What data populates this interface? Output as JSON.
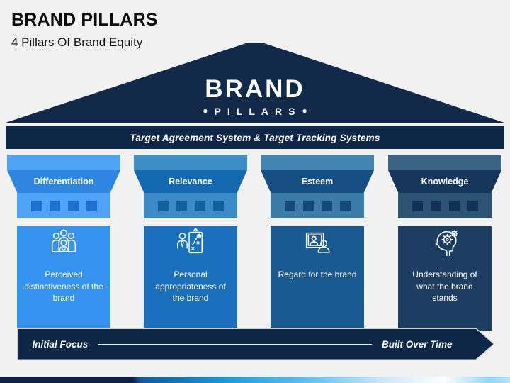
{
  "header": {
    "title": "BRAND PILLARS",
    "subtitle": "4 Pillars Of Brand Equity"
  },
  "roof": {
    "line1": "BRAND",
    "line2": "PILLARS",
    "dot": "●"
  },
  "banner": {
    "text": "Target Agreement System & Target Tracking Systems"
  },
  "pillars": [
    {
      "name": "Differentiation",
      "description": "Perceived distinctiveness of the brand",
      "icon": "team-icon",
      "colors": {
        "cap": "#4fa2f5",
        "capital": "#2e86e2",
        "band": "#4fa2f5",
        "square": "#1f70cf",
        "body": "#3692f0"
      }
    },
    {
      "name": "Relevance",
      "description": "Personal appropriateness of the brand",
      "icon": "person-strategy-icon",
      "colors": {
        "cap": "#3d8dc9",
        "capital": "#1468af",
        "band": "#3a8bc7",
        "square": "#135f9f",
        "body": "#1b70bd"
      }
    },
    {
      "name": "Esteem",
      "description": "Regard for the brand",
      "icon": "portrait-frame-icon",
      "colors": {
        "cap": "#4283b1",
        "capital": "#164f83",
        "band": "#3c7ba8",
        "square": "#144a78",
        "body": "#195a92"
      }
    },
    {
      "name": "Knowledge",
      "description": "Understanding of what the brand stands",
      "icon": "head-gears-icon",
      "colors": {
        "cap": "#3c6384",
        "capital": "#16355a",
        "band": "#2c5274",
        "square": "#113158",
        "body": "#1e3d63"
      }
    }
  ],
  "timeline": {
    "left": "Initial Focus",
    "right": "Built Over Time"
  },
  "theme": {
    "navy": "#13294a",
    "background": "#f1f1f2",
    "bottom_gradient": [
      "#0d2142",
      "#1e9ade",
      "#6ac4f2",
      "#fdfeff",
      "#b3e4fb"
    ]
  }
}
